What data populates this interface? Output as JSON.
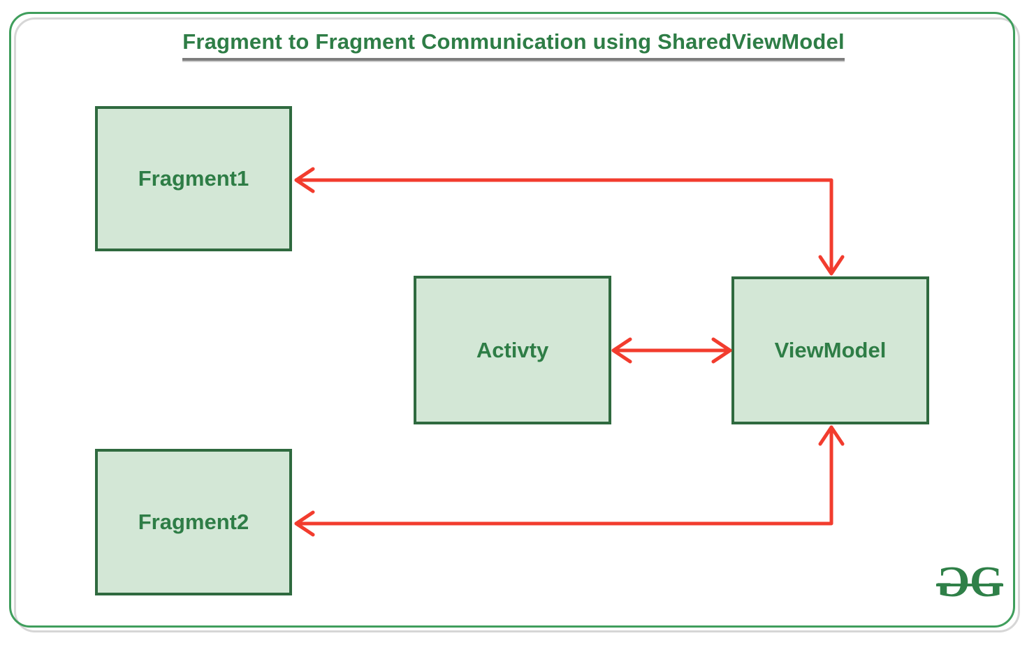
{
  "title": "Fragment to Fragment Communication using SharedViewModel",
  "nodes": [
    {
      "id": "fragment1",
      "label": "Fragment1"
    },
    {
      "id": "activity",
      "label": "Activty"
    },
    {
      "id": "viewmodel",
      "label": "ViewModel"
    },
    {
      "id": "fragment2",
      "label": "Fragment2"
    }
  ],
  "edges": [
    {
      "from": "viewmodel",
      "to": "fragment1",
      "bidirectional": true,
      "shape": "elbow"
    },
    {
      "from": "activity",
      "to": "viewmodel",
      "bidirectional": true,
      "shape": "straight"
    },
    {
      "from": "viewmodel",
      "to": "fragment2",
      "bidirectional": true,
      "shape": "elbow"
    }
  ],
  "logo": {
    "g1": "G",
    "g2": "G"
  },
  "colors": {
    "frame_green": "#3f9e5c",
    "frame_gray": "#d6d6d6",
    "box_fill": "#d3e7d6",
    "box_border": "#2f6a3f",
    "node_text": "#2e7d46",
    "title_green": "#2e7d46",
    "underline_gray": "#7d7d7d",
    "underline_shadow": "#cfcfcf",
    "arrow_red": "#f23c2e",
    "logo_green": "#2f8048",
    "background": "#ffffff"
  }
}
